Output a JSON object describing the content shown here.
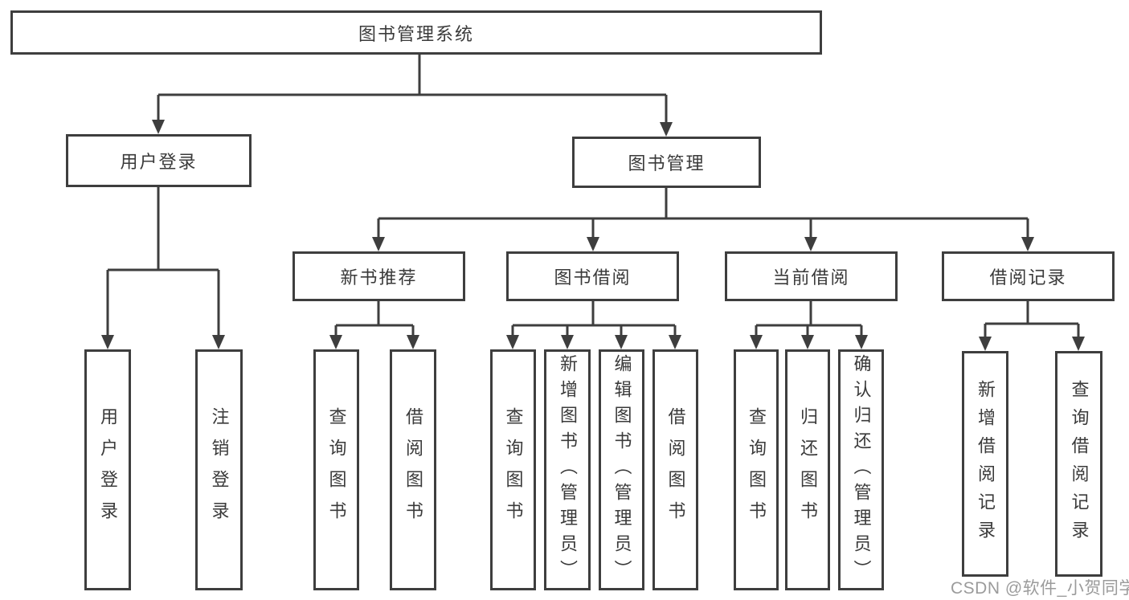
{
  "diagram": {
    "type": "hierarchy-tree",
    "tree": {
      "label": "图书管理系统",
      "children": [
        {
          "label": "用户登录",
          "children": [
            {
              "label": "用户登录"
            },
            {
              "label": "注销登录"
            }
          ]
        },
        {
          "label": "图书管理",
          "children": [
            {
              "label": "新书推荐",
              "children": [
                {
                  "label": "查询图书"
                },
                {
                  "label": "借阅图书"
                }
              ]
            },
            {
              "label": "图书借阅",
              "children": [
                {
                  "label": "查询图书"
                },
                {
                  "label": "新增图书（管理员）"
                },
                {
                  "label": "编辑图书（管理员）"
                },
                {
                  "label": "借阅图书"
                }
              ]
            },
            {
              "label": "当前借阅",
              "children": [
                {
                  "label": "查询图书"
                },
                {
                  "label": "归还图书"
                },
                {
                  "label": "确认归还（管理员）"
                }
              ]
            },
            {
              "label": "借阅记录",
              "children": [
                {
                  "label": "新增借阅记录"
                },
                {
                  "label": "查询借阅记录"
                }
              ]
            }
          ]
        }
      ]
    },
    "colors": {
      "line": "#3e3e3e",
      "box_border": "#3e3e3e",
      "box_fill": "#ffffff",
      "text": "#3a3a3a",
      "watermark": "#9b9b9b"
    }
  },
  "watermark": {
    "text": "CSDN @软件_小贺同学"
  }
}
